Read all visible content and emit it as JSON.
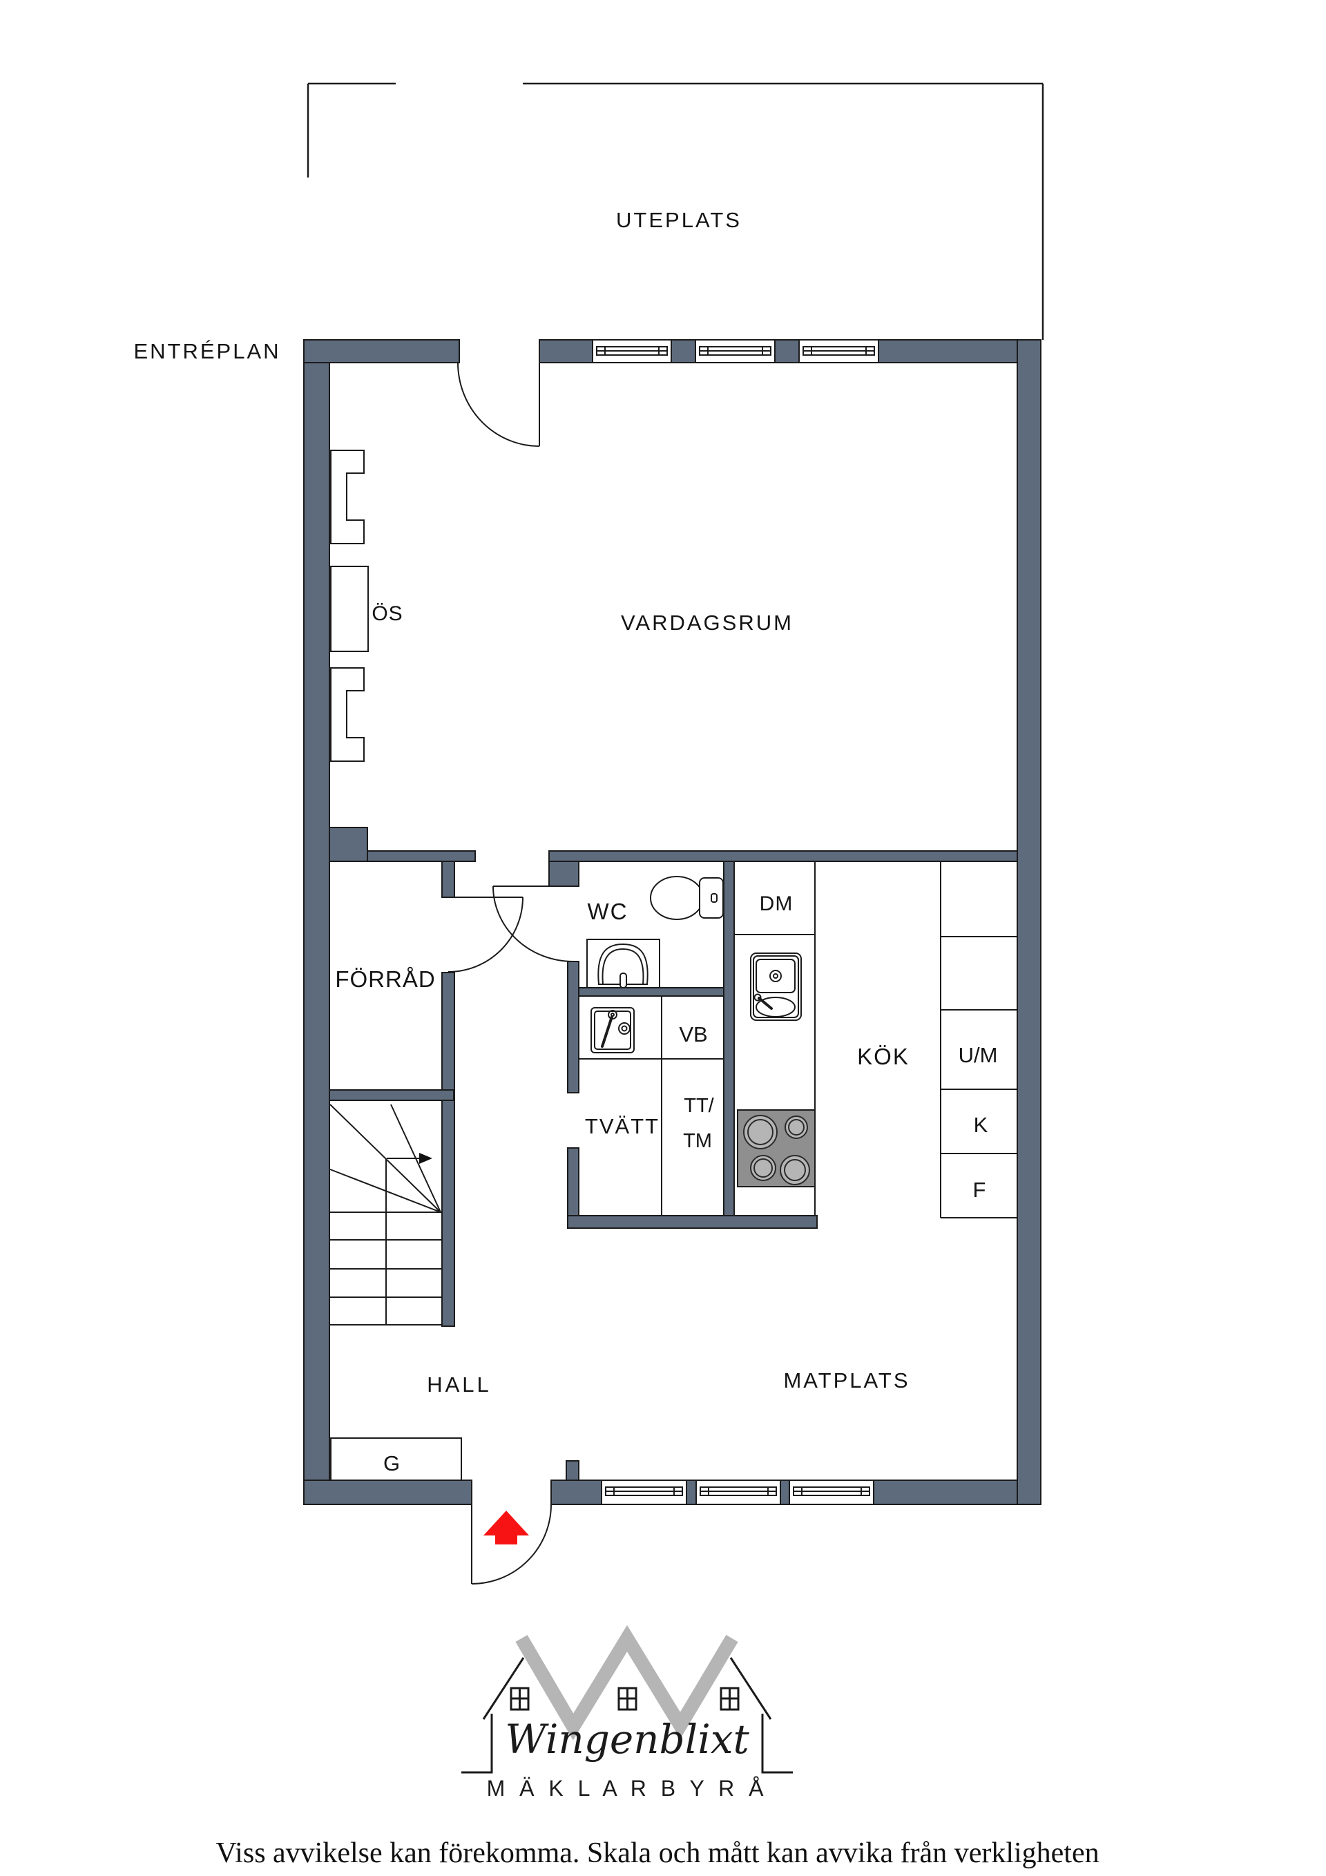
{
  "colors": {
    "wall": "#5d6b7d",
    "roof_gray": "#b5b5b5",
    "arrow_red": "#f71313",
    "stove_gray": "#8f8f8f"
  },
  "floor": {
    "label": "ENTRÉPLAN"
  },
  "rooms": {
    "uteplats": "UTEPLATS",
    "vardagsrum": "VARDAGSRUM",
    "oppen_spis": "ÖS",
    "wc": "WC",
    "forrad": "FÖRRÅD",
    "dm": "DM",
    "kok": "KÖK",
    "um": "U/M",
    "k": "K",
    "f": "F",
    "vb": "VB",
    "tt": "TT/",
    "tm": "TM",
    "tvatt": "TVÄTT",
    "hall": "HALL",
    "matplats": "MATPLATS",
    "garderob": "G"
  },
  "logo": {
    "brand": "Wingenblixt",
    "subtitle": "M Ä K L A R B Y R Å"
  },
  "disclaimer": "Viss avvikelse kan förekomma. Skala och mått kan avvika från verkligheten"
}
